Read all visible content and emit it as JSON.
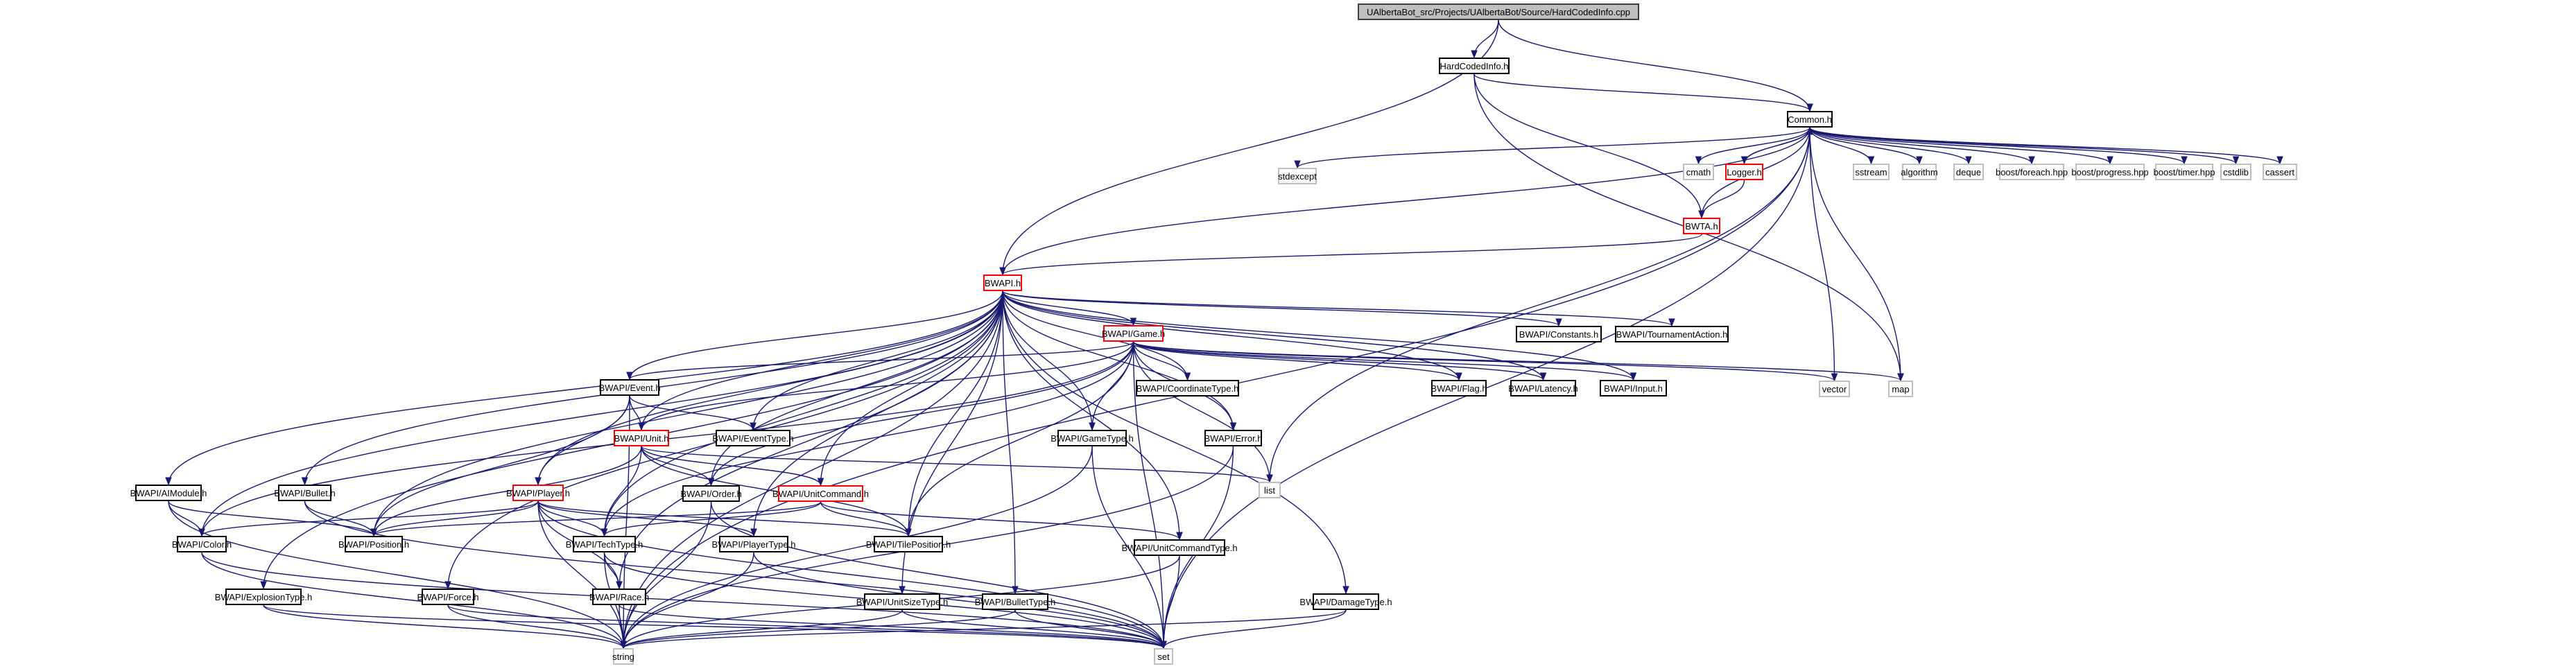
{
  "title": "UAlbertaBot_src/Projects/UAlbertaBot/Source/HardCodedInfo.cpp",
  "colors": {
    "edge": "#191970",
    "incomplete_border": "#ff0000",
    "root_fill": "#bfbfbf",
    "external_border": "#bfbfbf"
  },
  "nodes": [
    {
      "id": "root",
      "label": "UAlbertaBot_src/Projects/UAlbertaBot/Source/HardCodedInfo.cpp",
      "kind": "root"
    },
    {
      "id": "hardcodedinfo_h",
      "label": "HardCodedInfo.h",
      "kind": "normal"
    },
    {
      "id": "common_h",
      "label": "Common.h",
      "kind": "normal"
    },
    {
      "id": "stdexcept",
      "label": "stdexcept",
      "kind": "external"
    },
    {
      "id": "cmath",
      "label": "cmath",
      "kind": "external"
    },
    {
      "id": "logger_h",
      "label": "Logger.h",
      "kind": "incomplete"
    },
    {
      "id": "sstream",
      "label": "sstream",
      "kind": "external"
    },
    {
      "id": "algorithm",
      "label": "algorithm",
      "kind": "external"
    },
    {
      "id": "deque",
      "label": "deque",
      "kind": "external"
    },
    {
      "id": "boost_foreach",
      "label": "boost/foreach.hpp",
      "kind": "external"
    },
    {
      "id": "boost_progress",
      "label": "boost/progress.hpp",
      "kind": "external"
    },
    {
      "id": "boost_timer",
      "label": "boost/timer.hpp",
      "kind": "external"
    },
    {
      "id": "cstdlib",
      "label": "cstdlib",
      "kind": "external"
    },
    {
      "id": "cassert",
      "label": "cassert",
      "kind": "external"
    },
    {
      "id": "bwta_h",
      "label": "BWTA.h",
      "kind": "incomplete"
    },
    {
      "id": "bwapi_h",
      "label": "BWAPI.h",
      "kind": "incomplete"
    },
    {
      "id": "game_h",
      "label": "BWAPI/Game.h",
      "kind": "incomplete"
    },
    {
      "id": "constants_h",
      "label": "BWAPI/Constants.h",
      "kind": "normal"
    },
    {
      "id": "tournament_h",
      "label": "BWAPI/TournamentAction.h",
      "kind": "normal"
    },
    {
      "id": "event_h",
      "label": "BWAPI/Event.h",
      "kind": "normal"
    },
    {
      "id": "coordtype_h",
      "label": "BWAPI/CoordinateType.h",
      "kind": "normal"
    },
    {
      "id": "flag_h",
      "label": "BWAPI/Flag.h",
      "kind": "normal"
    },
    {
      "id": "latency_h",
      "label": "BWAPI/Latency.h",
      "kind": "normal"
    },
    {
      "id": "input_h",
      "label": "BWAPI/Input.h",
      "kind": "normal"
    },
    {
      "id": "vector",
      "label": "vector",
      "kind": "external"
    },
    {
      "id": "map",
      "label": "map",
      "kind": "external"
    },
    {
      "id": "unit_h",
      "label": "BWAPI/Unit.h",
      "kind": "incomplete"
    },
    {
      "id": "eventtype_h",
      "label": "BWAPI/EventType.h",
      "kind": "normal"
    },
    {
      "id": "gametype_h",
      "label": "BWAPI/GameType.h",
      "kind": "normal"
    },
    {
      "id": "error_h",
      "label": "BWAPI/Error.h",
      "kind": "normal"
    },
    {
      "id": "list",
      "label": "list",
      "kind": "external"
    },
    {
      "id": "aimodule_h",
      "label": "BWAPI/AIModule.h",
      "kind": "normal"
    },
    {
      "id": "bullet_h",
      "label": "BWAPI/Bullet.h",
      "kind": "normal"
    },
    {
      "id": "player_h",
      "label": "BWAPI/Player.h",
      "kind": "incomplete"
    },
    {
      "id": "order_h",
      "label": "BWAPI/Order.h",
      "kind": "normal"
    },
    {
      "id": "unitcommand_h",
      "label": "BWAPI/UnitCommand.h",
      "kind": "incomplete"
    },
    {
      "id": "color_h",
      "label": "BWAPI/Color.h",
      "kind": "normal"
    },
    {
      "id": "position_h",
      "label": "BWAPI/Position.h",
      "kind": "normal"
    },
    {
      "id": "techtype_h",
      "label": "BWAPI/TechType.h",
      "kind": "normal"
    },
    {
      "id": "playertype_h",
      "label": "BWAPI/PlayerType.h",
      "kind": "normal"
    },
    {
      "id": "tileposition_h",
      "label": "BWAPI/TilePosition.h",
      "kind": "normal"
    },
    {
      "id": "unitcommandtype_h",
      "label": "BWAPI/UnitCommandType.h",
      "kind": "normal"
    },
    {
      "id": "explosiontype_h",
      "label": "BWAPI/ExplosionType.h",
      "kind": "normal"
    },
    {
      "id": "force_h",
      "label": "BWAPI/Force.h",
      "kind": "normal"
    },
    {
      "id": "race_h",
      "label": "BWAPI/Race.h",
      "kind": "normal"
    },
    {
      "id": "unitsizetype_h",
      "label": "BWAPI/UnitSizeType.h",
      "kind": "normal"
    },
    {
      "id": "bullettype_h",
      "label": "BWAPI/BulletType.h",
      "kind": "normal"
    },
    {
      "id": "damagetype_h",
      "label": "BWAPI/DamageType.h",
      "kind": "normal"
    },
    {
      "id": "string",
      "label": "string",
      "kind": "external"
    },
    {
      "id": "set",
      "label": "set",
      "kind": "external"
    }
  ],
  "edges": [
    [
      "root",
      "hardcodedinfo_h"
    ],
    [
      "root",
      "common_h"
    ],
    [
      "root",
      "bwapi_h"
    ],
    [
      "hardcodedinfo_h",
      "common_h"
    ],
    [
      "hardcodedinfo_h",
      "bwta_h"
    ],
    [
      "hardcodedinfo_h",
      "map"
    ],
    [
      "common_h",
      "stdexcept"
    ],
    [
      "common_h",
      "cmath"
    ],
    [
      "common_h",
      "logger_h"
    ],
    [
      "common_h",
      "sstream"
    ],
    [
      "common_h",
      "algorithm"
    ],
    [
      "common_h",
      "deque"
    ],
    [
      "common_h",
      "boost_foreach"
    ],
    [
      "common_h",
      "boost_progress"
    ],
    [
      "common_h",
      "boost_timer"
    ],
    [
      "common_h",
      "cstdlib"
    ],
    [
      "common_h",
      "cassert"
    ],
    [
      "common_h",
      "bwta_h"
    ],
    [
      "common_h",
      "bwapi_h"
    ],
    [
      "common_h",
      "vector"
    ],
    [
      "common_h",
      "map"
    ],
    [
      "common_h",
      "list"
    ],
    [
      "common_h",
      "set"
    ],
    [
      "common_h",
      "string"
    ],
    [
      "logger_h",
      "common_h"
    ],
    [
      "logger_h",
      "bwta_h"
    ],
    [
      "bwta_h",
      "bwapi_h"
    ],
    [
      "bwapi_h",
      "game_h"
    ],
    [
      "bwapi_h",
      "constants_h"
    ],
    [
      "bwapi_h",
      "tournament_h"
    ],
    [
      "bwapi_h",
      "event_h"
    ],
    [
      "bwapi_h",
      "coordtype_h"
    ],
    [
      "bwapi_h",
      "flag_h"
    ],
    [
      "bwapi_h",
      "latency_h"
    ],
    [
      "bwapi_h",
      "input_h"
    ],
    [
      "bwapi_h",
      "unit_h"
    ],
    [
      "bwapi_h",
      "eventtype_h"
    ],
    [
      "bwapi_h",
      "gametype_h"
    ],
    [
      "bwapi_h",
      "error_h"
    ],
    [
      "bwapi_h",
      "aimodule_h"
    ],
    [
      "bwapi_h",
      "bullet_h"
    ],
    [
      "bwapi_h",
      "player_h"
    ],
    [
      "bwapi_h",
      "order_h"
    ],
    [
      "bwapi_h",
      "unitcommand_h"
    ],
    [
      "bwapi_h",
      "color_h"
    ],
    [
      "bwapi_h",
      "position_h"
    ],
    [
      "bwapi_h",
      "techtype_h"
    ],
    [
      "bwapi_h",
      "playertype_h"
    ],
    [
      "bwapi_h",
      "tileposition_h"
    ],
    [
      "bwapi_h",
      "unitcommandtype_h"
    ],
    [
      "bwapi_h",
      "explosiontype_h"
    ],
    [
      "bwapi_h",
      "force_h"
    ],
    [
      "bwapi_h",
      "race_h"
    ],
    [
      "bwapi_h",
      "unitsizetype_h"
    ],
    [
      "bwapi_h",
      "bullettype_h"
    ],
    [
      "bwapi_h",
      "damagetype_h"
    ],
    [
      "bwapi_h",
      "string"
    ],
    [
      "game_h",
      "event_h"
    ],
    [
      "game_h",
      "coordtype_h"
    ],
    [
      "game_h",
      "flag_h"
    ],
    [
      "game_h",
      "latency_h"
    ],
    [
      "game_h",
      "input_h"
    ],
    [
      "game_h",
      "vector"
    ],
    [
      "game_h",
      "map"
    ],
    [
      "game_h",
      "gametype_h"
    ],
    [
      "game_h",
      "error_h"
    ],
    [
      "game_h",
      "list"
    ],
    [
      "game_h",
      "unit_h"
    ],
    [
      "game_h",
      "order_h"
    ],
    [
      "game_h",
      "color_h"
    ],
    [
      "game_h",
      "techtype_h"
    ],
    [
      "game_h",
      "tileposition_h"
    ],
    [
      "game_h",
      "set"
    ],
    [
      "event_h",
      "unit_h"
    ],
    [
      "event_h",
      "eventtype_h"
    ],
    [
      "event_h",
      "player_h"
    ],
    [
      "event_h",
      "position_h"
    ],
    [
      "event_h",
      "string"
    ],
    [
      "unit_h",
      "order_h"
    ],
    [
      "unit_h",
      "unitcommand_h"
    ],
    [
      "unit_h",
      "techtype_h"
    ],
    [
      "unit_h",
      "position_h"
    ],
    [
      "unit_h",
      "tileposition_h"
    ],
    [
      "unit_h",
      "list"
    ],
    [
      "gametype_h",
      "string"
    ],
    [
      "gametype_h",
      "set"
    ],
    [
      "error_h",
      "string"
    ],
    [
      "error_h",
      "set"
    ],
    [
      "aimodule_h",
      "color_h"
    ],
    [
      "aimodule_h",
      "position_h"
    ],
    [
      "aimodule_h",
      "string"
    ],
    [
      "bullet_h",
      "position_h"
    ],
    [
      "bullet_h",
      "set"
    ],
    [
      "player_h",
      "color_h"
    ],
    [
      "player_h",
      "position_h"
    ],
    [
      "player_h",
      "techtype_h"
    ],
    [
      "player_h",
      "playertype_h"
    ],
    [
      "player_h",
      "tileposition_h"
    ],
    [
      "player_h",
      "race_h"
    ],
    [
      "player_h",
      "string"
    ],
    [
      "player_h",
      "set"
    ],
    [
      "order_h",
      "string"
    ],
    [
      "order_h",
      "set"
    ],
    [
      "unitcommand_h",
      "position_h"
    ],
    [
      "unitcommand_h",
      "techtype_h"
    ],
    [
      "unitcommand_h",
      "tileposition_h"
    ],
    [
      "unitcommand_h",
      "unitcommandtype_h"
    ],
    [
      "color_h",
      "string"
    ],
    [
      "color_h",
      "set"
    ],
    [
      "techtype_h",
      "race_h"
    ],
    [
      "techtype_h",
      "string"
    ],
    [
      "techtype_h",
      "set"
    ],
    [
      "playertype_h",
      "string"
    ],
    [
      "playertype_h",
      "set"
    ],
    [
      "unitcommandtype_h",
      "string"
    ],
    [
      "unitcommandtype_h",
      "set"
    ],
    [
      "explosiontype_h",
      "string"
    ],
    [
      "explosiontype_h",
      "set"
    ],
    [
      "force_h",
      "string"
    ],
    [
      "force_h",
      "set"
    ],
    [
      "race_h",
      "string"
    ],
    [
      "race_h",
      "set"
    ],
    [
      "unitsizetype_h",
      "string"
    ],
    [
      "unitsizetype_h",
      "set"
    ],
    [
      "bullettype_h",
      "string"
    ],
    [
      "bullettype_h",
      "set"
    ],
    [
      "damagetype_h",
      "string"
    ],
    [
      "damagetype_h",
      "set"
    ]
  ]
}
